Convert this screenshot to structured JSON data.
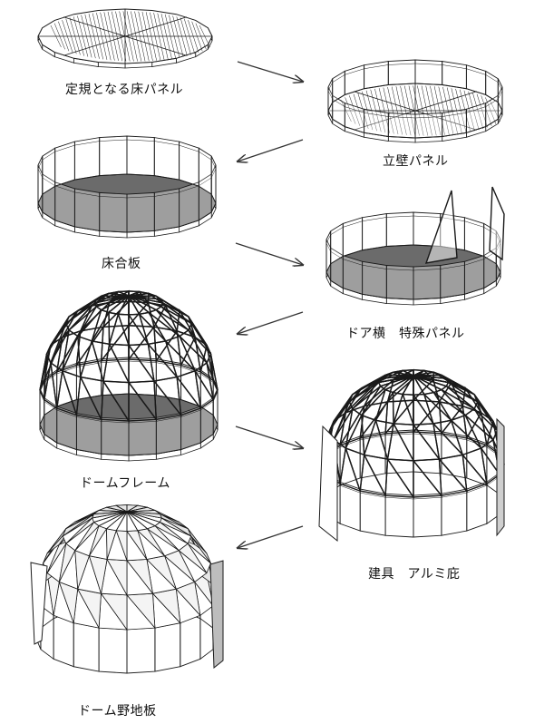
{
  "steps": [
    {
      "label": "定規となる床パネル",
      "icon": "floor-panel-ring"
    },
    {
      "label": "立壁パネル",
      "icon": "standing-wall-panels"
    },
    {
      "label": "床合板",
      "icon": "floor-plywood"
    },
    {
      "label": "ドア横　特殊パネル",
      "icon": "door-side-special-panel"
    },
    {
      "label": "ドームフレーム",
      "icon": "dome-frame"
    },
    {
      "label": "建具　アルミ庇",
      "icon": "fittings-aluminum-eave"
    },
    {
      "label": "ドーム野地板",
      "icon": "dome-sheathing"
    }
  ],
  "colors": {
    "line": "#1a1a1a",
    "floor_fill": "#6b6b6b",
    "panel_fill": "#ffffff",
    "shade": "#d8d8d8",
    "arrow": "#333333"
  }
}
